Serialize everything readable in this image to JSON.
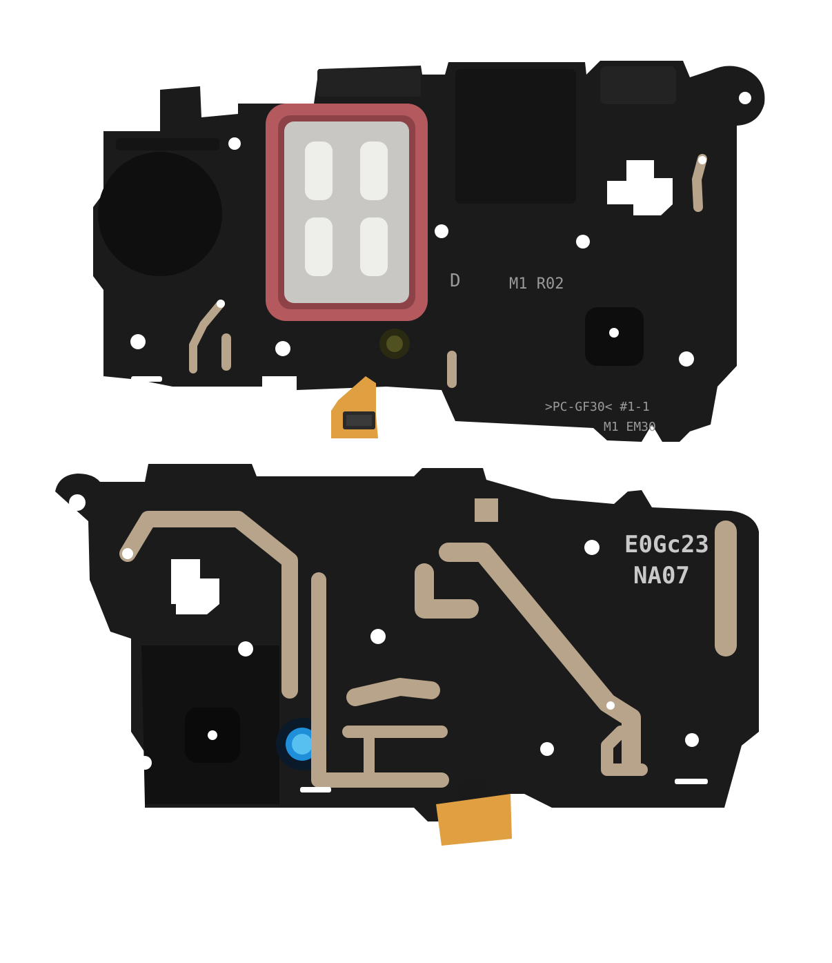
{
  "colors": {
    "background": "#ffffff",
    "frame": "#1b1b1b",
    "frame_dark": "#0f0f0f",
    "copper_trace": "#b8a48a",
    "gasket": "#b45a5f",
    "mesh": "#c9c7c3",
    "flex": "#e0a042",
    "sensor_blue": "#1e8fd8"
  },
  "top_part": {
    "mold_marks": [
      "D",
      "M1 R02"
    ],
    "molding_code_1": ">PC-GF30< #1-1",
    "molding_code_2": "M1 EM30"
  },
  "bottom_part": {
    "marking_line_1": "E0Gc23",
    "marking_line_2": "NA07"
  }
}
